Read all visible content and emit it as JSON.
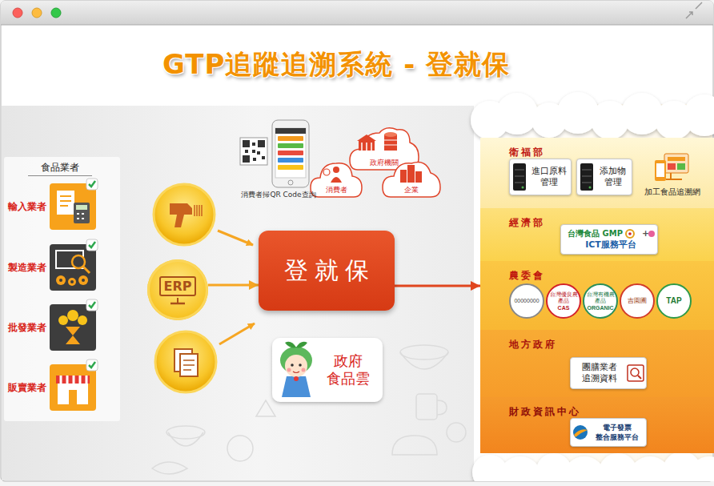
{
  "diagram": {
    "title": "GTP追蹤追溯系統 - 登就保",
    "nodes": [
      {
        "text": [
          "食品業者"
        ]
      },
      {
        "text": [
          "輸入業者"
        ],
        "in": 0
      },
      {
        "text": [
          "製造業者"
        ],
        "in": 0
      },
      {
        "text": [
          "批發業者"
        ],
        "in": 0
      },
      {
        "text": [
          "販賣業者"
        ],
        "in": 0
      },
      {
        "text": [
          "ERP"
        ]
      },
      {
        "text": [
          "登就保"
        ]
      },
      {
        "text": [
          "政府 食品雲"
        ]
      },
      {
        "text": [
          "政府機關"
        ]
      },
      {
        "text": [
          "消費者"
        ]
      },
      {
        "text": [
          "企業"
        ]
      },
      {
        "text": [
          "衛福部"
        ]
      },
      {
        "text": [
          "進口原料 管理"
        ],
        "in": 11
      },
      {
        "text": [
          "添加物 管理"
        ],
        "in": 11
      },
      {
        "text": [
          "加工食品追溯網"
        ],
        "in": 11
      },
      {
        "text": [
          "經濟部"
        ]
      },
      {
        "text": [
          "台灣食品 GMP",
          "+",
          "ICT服務平台"
        ],
        "in": 15
      },
      {
        "text": [
          "農委會"
        ]
      },
      {
        "text": [
          "00000000"
        ],
        "in": 17
      },
      {
        "text": [
          "台灣優良農產品",
          "CAS"
        ],
        "in": 17
      },
      {
        "text": [
          "台灣有機農產品",
          "ORGANIC"
        ],
        "in": 17
      },
      {
        "text": [
          "吉園圃"
        ],
        "in": 17
      },
      {
        "text": [
          "TAP"
        ],
        "in": 17
      },
      {
        "text": [
          "地方政府"
        ]
      },
      {
        "text": [
          "團膳業者 追溯資料"
        ],
        "in": 23
      },
      {
        "text": [
          "財政資訊中心"
        ]
      },
      {
        "text": [
          "電子發票 整合服務平台"
        ],
        "in": 25
      }
    ],
    "edges": [
      {
        "from": 5,
        "to": 6,
        "arrow": "to"
      },
      {
        "from": 6,
        "to": 17,
        "arrow": "to"
      }
    ],
    "labels": [
      "消費者掃QR Code查詢"
    ]
  }
}
